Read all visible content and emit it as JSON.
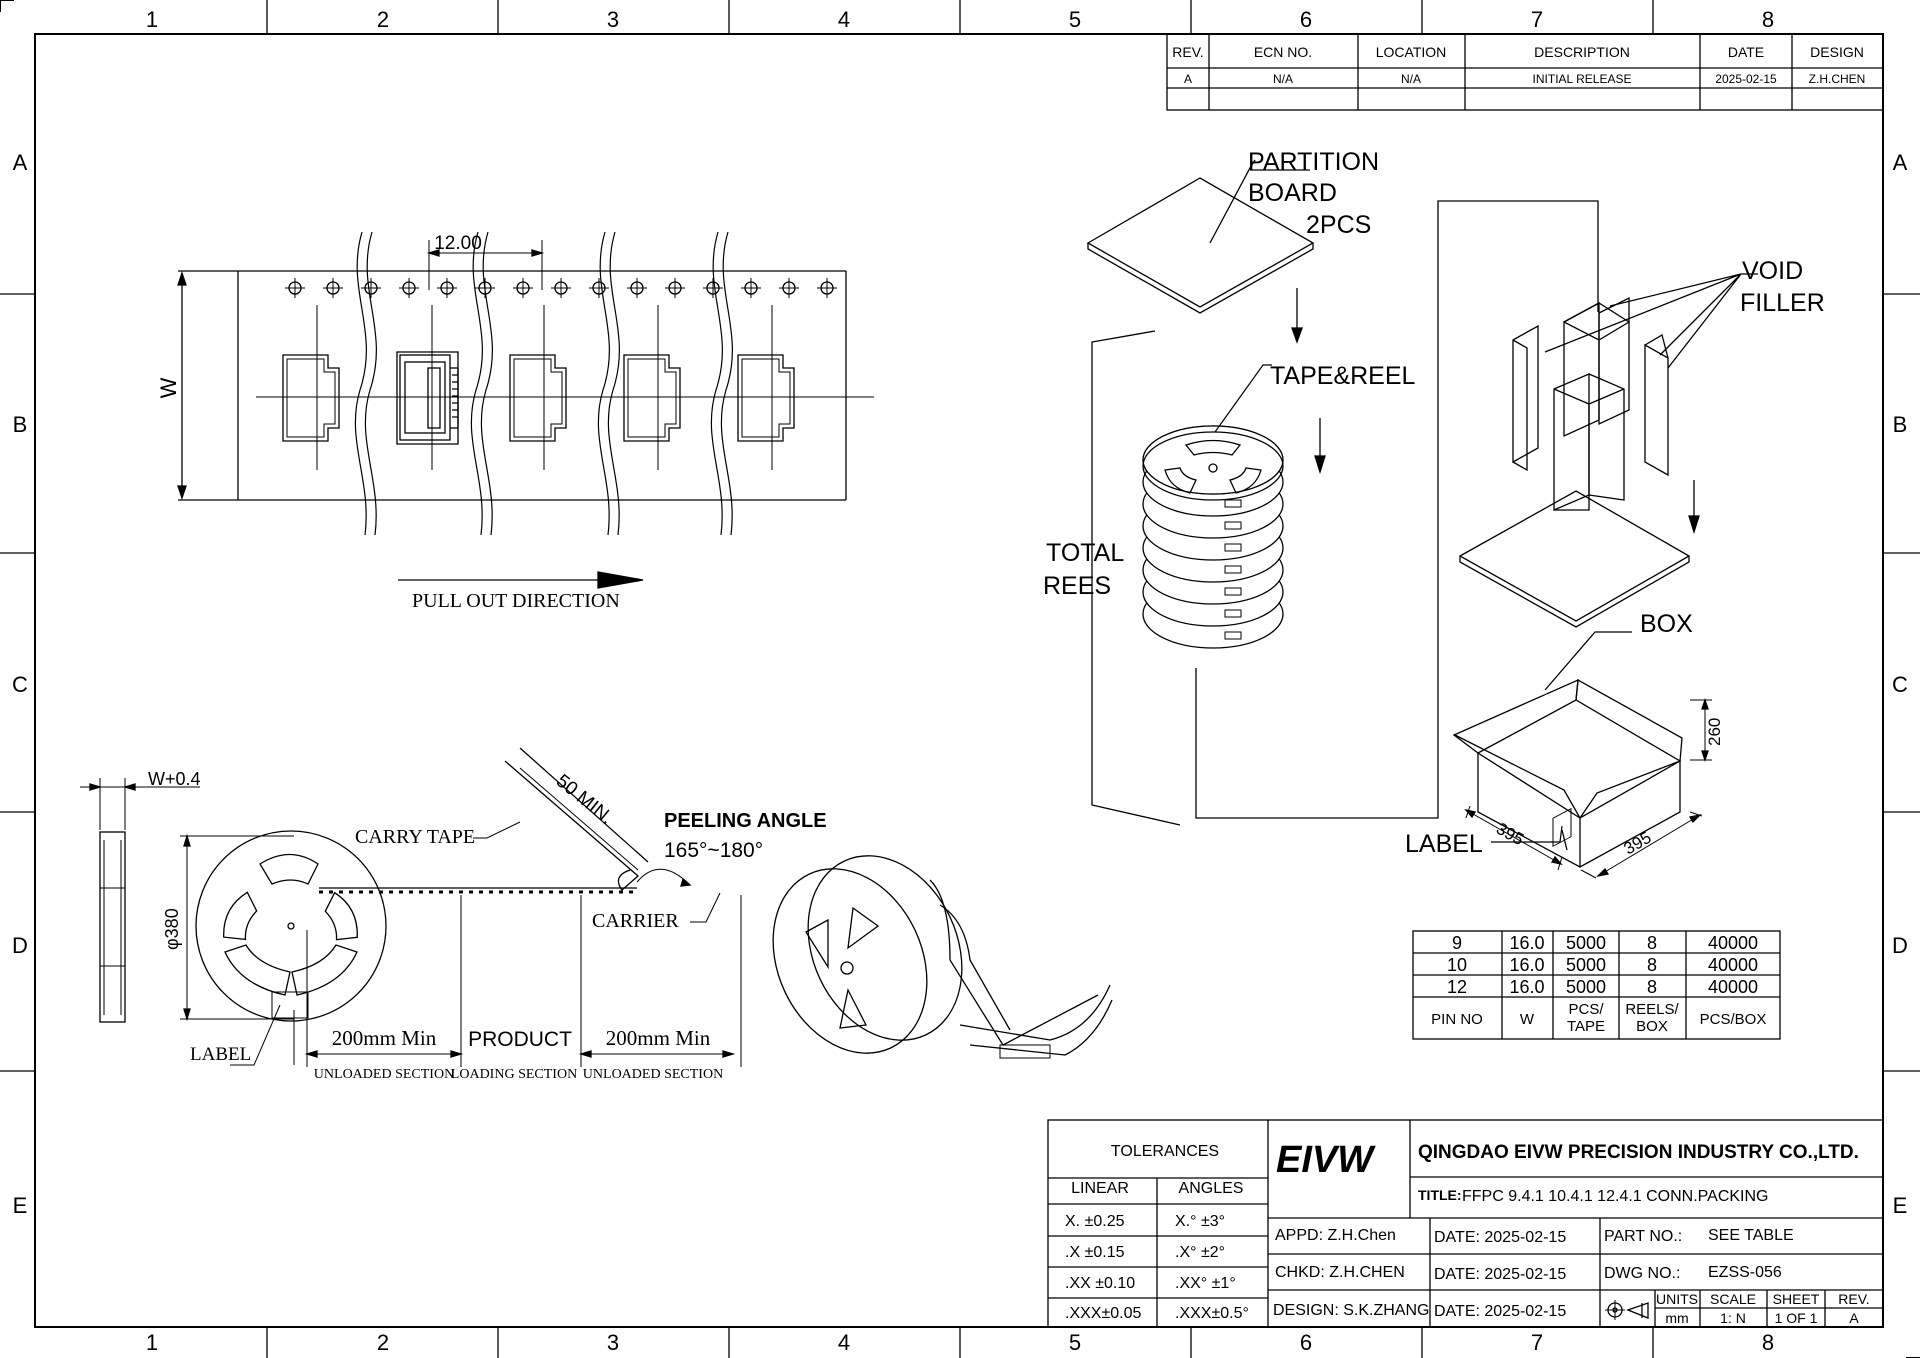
{
  "zones": {
    "columns": [
      "1",
      "2",
      "3",
      "4",
      "5",
      "6",
      "7",
      "8"
    ],
    "rows": [
      "A",
      "B",
      "C",
      "D",
      "E"
    ]
  },
  "revision_table": {
    "headers": [
      "REV.",
      "ECN NO.",
      "LOCATION",
      "DESCRIPTION",
      "DATE",
      "DESIGN"
    ],
    "row": [
      "A",
      "N/A",
      "N/A",
      "INITIAL RELEASE",
      "2025-02-15",
      "Z.H.CHEN"
    ]
  },
  "tape": {
    "pitch_dim": "12.00",
    "width_dim": "W",
    "direction_label": "PULL OUT DIRECTION"
  },
  "packing": {
    "partition_line1": "PARTITION",
    "partition_line2": "BOARD",
    "partition_qty": "2PCS",
    "void_line1": "VOID",
    "void_line2": "FILLER",
    "tape_reel": "TAPE&REEL",
    "total_line1": "TOTAL",
    "total_line2": "REES",
    "box": "BOX",
    "label": "LABEL",
    "box_height": "260",
    "box_length": "395",
    "box_width": "395"
  },
  "reel": {
    "w_dim": "W+0.4",
    "diameter": "φ380",
    "carry_tape": "CARRY TAPE",
    "min_len": "50 MIN.",
    "peeling_angle": "PEELING ANGLE",
    "angle_range": "165°~180°",
    "carrier": "CARRIER",
    "label": "LABEL",
    "sec1_len": "200mm Min",
    "sec1_name": "UNLOADED SECTION",
    "sec2_len": "PRODUCT",
    "sec2_name": "LOADING SECTION",
    "sec3_len": "200mm Min",
    "sec3_name": "UNLOADED SECTION"
  },
  "packing_table": {
    "rows": [
      [
        "9",
        "16.0",
        "5000",
        "8",
        "40000"
      ],
      [
        "10",
        "16.0",
        "5000",
        "8",
        "40000"
      ],
      [
        "12",
        "16.0",
        "5000",
        "8",
        "40000"
      ]
    ],
    "headers": [
      "PIN NO",
      "W",
      "PCS/",
      "TAPE",
      "REELS/",
      "BOX",
      "PCS/BOX"
    ]
  },
  "title_block": {
    "tolerances": "TOLERANCES",
    "linear": "LINEAR",
    "angles": "ANGLES",
    "lin_vals": [
      "X.   ±0.25",
      ".X   ±0.15",
      ".XX ±0.10",
      ".XXX±0.05"
    ],
    "ang_vals": [
      "X.°   ±3°",
      ".X°   ±2°",
      ".XX° ±1°",
      ".XXX±0.5°"
    ],
    "logo": "EIVW",
    "company": "QINGDAO EIVW PRECISION INDUSTRY CO.,LTD.",
    "title_label": "TITLE:",
    "title_value": "FFPC  9.4.1  10.4.1  12.4.1  CONN.PACKING",
    "appd": "APPD:  Z.H.Chen",
    "chkd": "CHKD:   Z.H.CHEN",
    "design": "DESIGN: S.K.ZHANG",
    "date1": "DATE:  2025-02-15",
    "date2": "DATE:  2025-02-15",
    "date3": "DATE:  2025-02-15",
    "part_label": "PART NO.:",
    "part_value": "SEE  TABLE",
    "dwg_label": "DWG NO.:",
    "dwg_value": "EZSS-056",
    "units": "UNITS",
    "units_val": "mm",
    "scale": "SCALE",
    "scale_val": "1: N",
    "sheet": "SHEET",
    "sheet_val": "1 OF 1",
    "rev": "REV.",
    "rev_val": "A"
  }
}
